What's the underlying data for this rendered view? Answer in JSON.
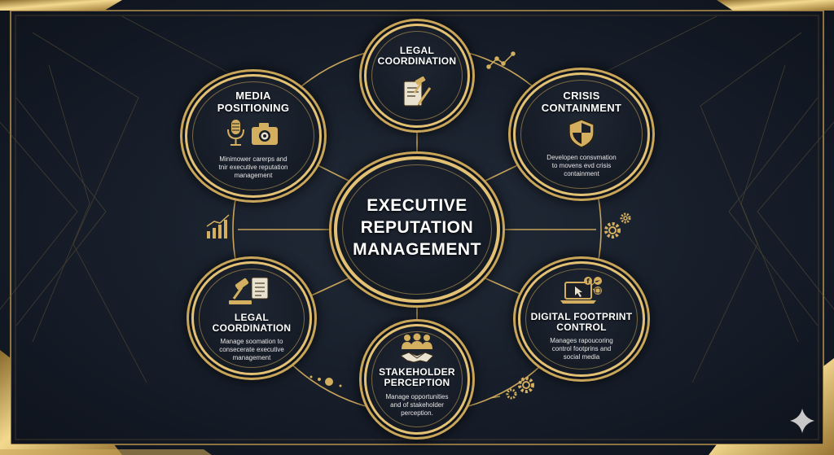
{
  "center": {
    "lines": [
      "EXECUTIVE",
      "REPUTATION",
      "MANAGEMENT"
    ]
  },
  "nodes": {
    "legal_top": {
      "title_lines": [
        "LEGAL",
        "COORDINATION"
      ],
      "icon": "contract-gavel-icon"
    },
    "media": {
      "title_lines": [
        "MEDIA",
        "POSITIONING"
      ],
      "icon": "microphone-camera-icon",
      "desc_lines": [
        "Minimower carerps and",
        "tnir executive reputation",
        "management"
      ]
    },
    "crisis": {
      "title_lines": [
        "CRISIS",
        "CONTAINMENT"
      ],
      "icon": "shield-icon",
      "desc_lines": [
        "Developen consvmation",
        "to movens evd crisis",
        "containment"
      ]
    },
    "legal_left": {
      "title_lines": [
        "LEGAL",
        "COORDINATION"
      ],
      "icon": "gavel-document-icon",
      "desc_lines": [
        "Manage soomation to",
        "consecerate executive",
        "management"
      ]
    },
    "digital": {
      "title_lines": [
        "DIGITAL FOOTPRINT",
        "CONTROL"
      ],
      "icon": "laptop-social-icon",
      "desc_lines": [
        "Manages rapoucoring",
        "control footprins and",
        "social media"
      ]
    },
    "stakeholder": {
      "title_lines": [
        "STAKEHOLDER",
        "PERCEPTION"
      ],
      "icon": "handshake-people-icon",
      "desc_lines": [
        "Manage opportunities",
        "and of stakeholder",
        "perception."
      ]
    }
  },
  "colors": {
    "gold": "#d4af5f",
    "gold_light": "#f1d58c",
    "background": "#161d29"
  }
}
